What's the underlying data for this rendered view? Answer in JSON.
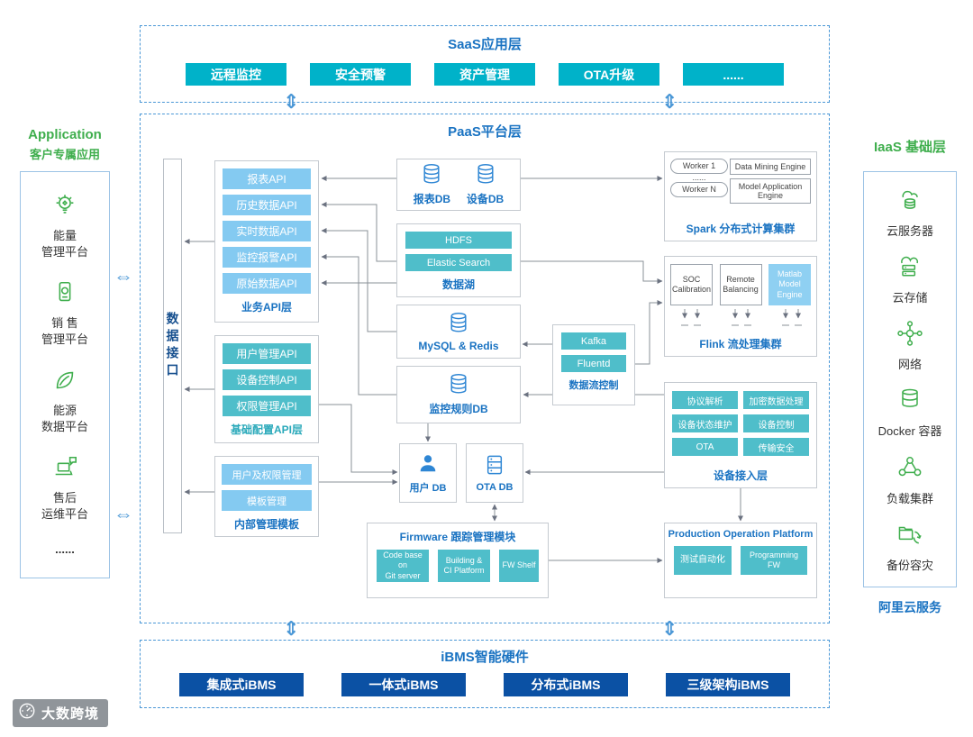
{
  "colors": {
    "dashed_border_blue": "#4a97d6",
    "title_blue": "#1a73c2",
    "saas_teal": "#00b2c9",
    "light_blue": "#84caf1",
    "small_teal": "#4fbeca",
    "dark_blue": "#0b51a4",
    "green": "#3fae4d",
    "db_icon_blue": "#2e86d4"
  },
  "saas": {
    "title": "SaaS应用层",
    "items": [
      "远程监控",
      "安全预警",
      "资产管理",
      "OTA升级",
      "......"
    ]
  },
  "application": {
    "title_en": "Application",
    "title_zh": "客户专属应用",
    "items": [
      {
        "icon": "energy-management-icon",
        "label": "能量\n管理平台"
      },
      {
        "icon": "sales-management-icon",
        "label": "销 售\n管理平台"
      },
      {
        "icon": "energy-data-icon",
        "label": "能源\n数据平台"
      },
      {
        "icon": "after-sales-icon",
        "label": "售后\n运维平台"
      },
      {
        "icon": "",
        "label": "......"
      }
    ]
  },
  "paas": {
    "title": "PaaS平台层",
    "data_interface_label": "数据接口",
    "business_api": {
      "label": "业务API层",
      "items": [
        "报表API",
        "历史数据API",
        "实时数据API",
        "监控报警API",
        "原始数据API"
      ]
    },
    "config_api": {
      "label": "基础配置API层",
      "items": [
        "用户管理API",
        "设备控制API",
        "权限管理API"
      ]
    },
    "internal_mgmt": {
      "label": "内部管理模板",
      "items": [
        "用户及权限管理",
        "模板管理"
      ]
    },
    "report_device_db": {
      "items": [
        "报表DB",
        "设备DB"
      ]
    },
    "data_lake": {
      "label": "数据湖",
      "items": [
        "HDFS",
        "Elastic Search"
      ]
    },
    "mysql_redis": {
      "label": "MySQL & Redis"
    },
    "monitor_rule_db": {
      "label": "监控规则DB"
    },
    "user_db": {
      "label": "用户 DB"
    },
    "ota_db": {
      "label": "OTA DB"
    },
    "data_flow": {
      "label": "数据流控制",
      "items": [
        "Kafka",
        "Fluentd"
      ]
    },
    "spark": {
      "label": "Spark 分布式计算集群",
      "workers": [
        "Worker 1",
        "......",
        "Worker N"
      ],
      "engines": [
        "Data Mining Engine",
        "Model Application\nEngine"
      ]
    },
    "flink": {
      "label": "Flink 流处理集群",
      "items": [
        "SOC\nCalibration",
        "Remote\nBalancing",
        "Matlab\nModel\nEngine"
      ]
    },
    "device_access": {
      "label": "设备接入层",
      "items": [
        "协议解析",
        "加密数据处理",
        "设备状态维护",
        "设备控制",
        "OTA",
        "传输安全"
      ]
    },
    "firmware": {
      "title": "Firmware 跟踪管理模块",
      "items": [
        "Code base on\nGit server",
        "Building &\nCI Platform",
        "FW Shelf"
      ]
    },
    "production": {
      "title": "Production Operation Platform",
      "items": [
        "测试自动化",
        "Programming\nFW"
      ]
    }
  },
  "iaas": {
    "title": "IaaS 基础层",
    "items": [
      {
        "icon": "cloud-server-icon",
        "label": "云服务器"
      },
      {
        "icon": "cloud-storage-icon",
        "label": "云存储"
      },
      {
        "icon": "network-icon",
        "label": "网络"
      },
      {
        "icon": "docker-container-icon",
        "label": "Docker 容器"
      },
      {
        "icon": "load-cluster-icon",
        "label": "负载集群"
      },
      {
        "icon": "backup-dr-icon",
        "label": "备份容灾"
      }
    ],
    "footer": "阿里云服务"
  },
  "ibms": {
    "title": "iBMS智能硬件",
    "items": [
      "集成式iBMS",
      "一体式iBMS",
      "分布式iBMS",
      "三级架构iBMS"
    ]
  },
  "watermark": {
    "text": "大数跨境"
  }
}
